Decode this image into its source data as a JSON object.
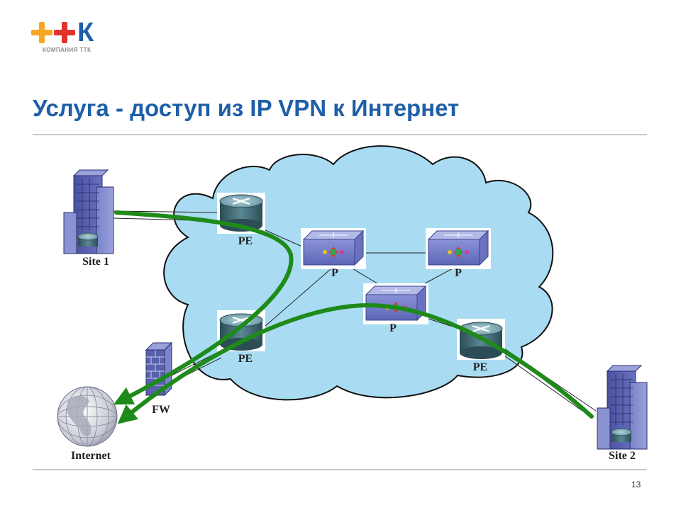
{
  "logo": {
    "mark_letter": "К",
    "subtitle": "КОМПАНИЯ ТТК"
  },
  "title": "Услуга - доступ из IP VPN к Интернет",
  "page_number": "13",
  "nodes": {
    "site1": "Site 1",
    "site2": "Site 2",
    "internet": "Internet",
    "fw": "FW",
    "pe_top": "PE",
    "pe_mid": "PE",
    "pe_right": "PE",
    "p_left": "P",
    "p_right": "P",
    "p_center": "P"
  },
  "colors": {
    "title": "#1f5fa8",
    "cloud_fill": "#a9dcf2",
    "path": "#1e8a1a",
    "logo_orange": "#f7a823",
    "logo_red": "#e5322d",
    "logo_blue": "#1f5fa8"
  }
}
